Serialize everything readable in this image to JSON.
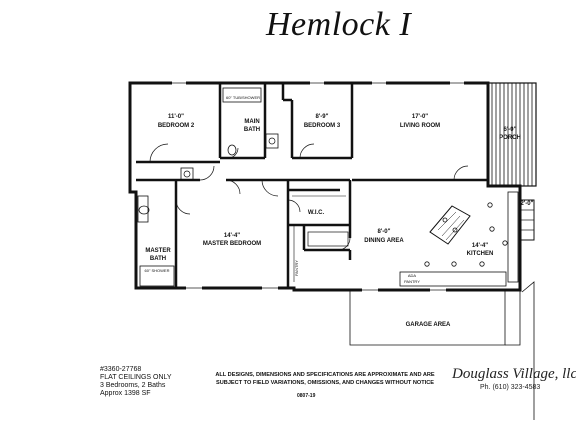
{
  "title": "Hemlock I",
  "rooms": {
    "bedroom2": {
      "dim": "11'-0\"",
      "name": "BEDROOM 2"
    },
    "main_bath": {
      "name1": "MAIN",
      "name2": "BATH"
    },
    "tub_shower": "60\" TUB/SHOWER",
    "bedroom3": {
      "dim": "8'-9\"",
      "name": "BEDROOM 3"
    },
    "living": {
      "dim": "17'-0\"",
      "name": "LIVING ROOM"
    },
    "porch": {
      "dim": "6'-0\"",
      "name": "PORCH"
    },
    "master_bedroom": {
      "dim": "14'-4\"",
      "name": "MASTER BEDROOM"
    },
    "wic": "W.I.C.",
    "master_bath": {
      "name1": "MASTER",
      "name2": "BATH"
    },
    "shower": "60\" SHOWER",
    "dining": {
      "dim": "8'-0\"",
      "name": "DINING AREA"
    },
    "kitchen": {
      "dim": "14'-4\"",
      "name": "KITCHEN"
    },
    "pantry": "PANTRY",
    "ada_pantry": {
      "line1": "ADA",
      "line2": "PANTRY"
    },
    "side_dim": "2'-0\"",
    "garage": "GARAGE AREA"
  },
  "notes": {
    "line1": "#3360-27768",
    "line2": "FLAT CEILINGS ONLY",
    "line3": "3 Bedrooms, 2 Baths",
    "line4": "Approx 1398 SF"
  },
  "disclaimer": {
    "line1": "ALL DESIGNS, DIMENSIONS AND SPECIFICATIONS ARE APPROXIMATE AND ARE",
    "line2": "SUBJECT TO FIELD VARIATIONS, OMISSIONS, AND CHANGES WITHOUT NOTICE"
  },
  "code": "0807-19",
  "company": {
    "name": "Douglass Village, llc",
    "phone": "Ph. (610) 323-4583"
  }
}
